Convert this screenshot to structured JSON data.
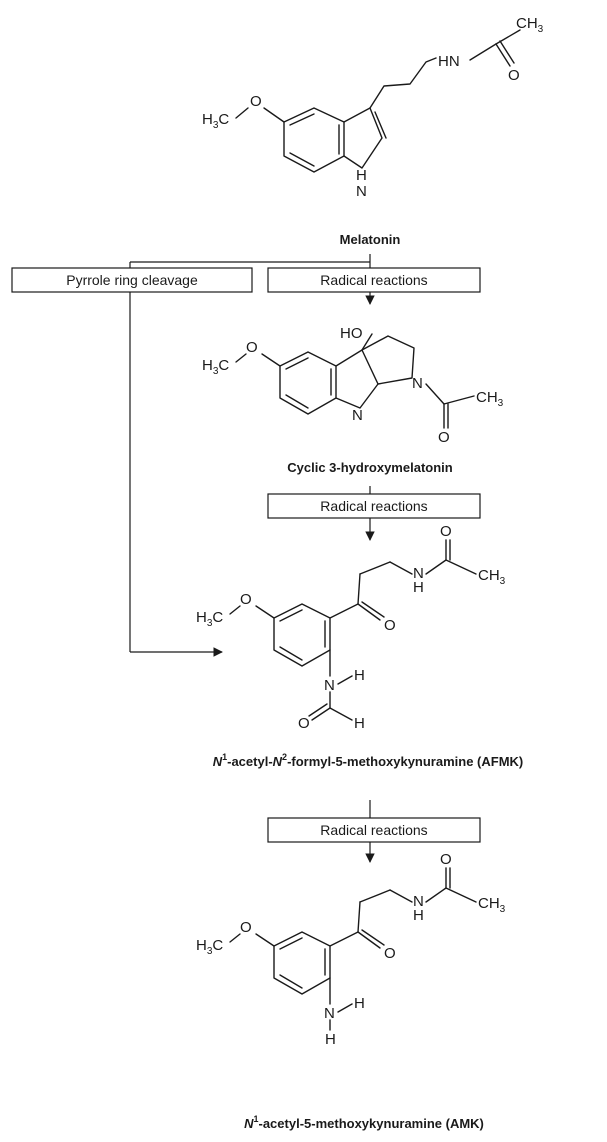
{
  "compounds": {
    "melatonin": {
      "name": "Melatonin",
      "labels": {
        "ch3": "CH",
        "ch3_sub": "3",
        "hn": "HN",
        "o": "O",
        "h3c": "H",
        "h3c_sub": "3",
        "h3c_c": "C",
        "o_meth": "O",
        "h": "H",
        "n": "N"
      }
    },
    "cyclic": {
      "name": "Cyclic 3-hydroxymelatonin",
      "labels": {
        "ho": "HO",
        "n_ring": "N",
        "n_bottom": "N",
        "ch3": "CH",
        "ch3_sub": "3",
        "o": "O",
        "h3c": "H",
        "h3c_sub": "3",
        "h3c_c": "C",
        "o_meth": "O"
      }
    },
    "afmk": {
      "name_prefix": "N",
      "name_sup1": "1",
      "name_mid": "-acetyl-",
      "name_n2": "N",
      "name_sup2": "2",
      "name_rest": "-formyl-5-methoxykynuramine (AFMK)",
      "labels": {
        "o_top": "O",
        "n": "N",
        "h": "H",
        "ch3": "CH",
        "ch3_sub": "3",
        "o_ket": "O",
        "h3c": "H",
        "h3c_sub": "3",
        "h3c_c": "C",
        "o_meth": "O",
        "n_amide": "N",
        "h_amide": "H",
        "o_form": "O",
        "h_form": "H"
      }
    },
    "amk": {
      "name_prefix": "N",
      "name_sup1": "1",
      "name_rest": "-acetyl-5-methoxykynuramine (AMK)",
      "labels": {
        "o_top": "O",
        "n": "N",
        "h": "H",
        "ch3": "CH",
        "ch3_sub": "3",
        "o_ket": "O",
        "h3c": "H",
        "h3c_sub": "3",
        "h3c_c": "C",
        "o_meth": "O",
        "n_amine": "N",
        "h_amine1": "H",
        "h_amine2": "H"
      }
    }
  },
  "boxes": {
    "pyrrole": "Pyrrole ring cleavage",
    "radical1": "Radical reactions",
    "radical2": "Radical reactions",
    "radical3": "Radical reactions"
  }
}
